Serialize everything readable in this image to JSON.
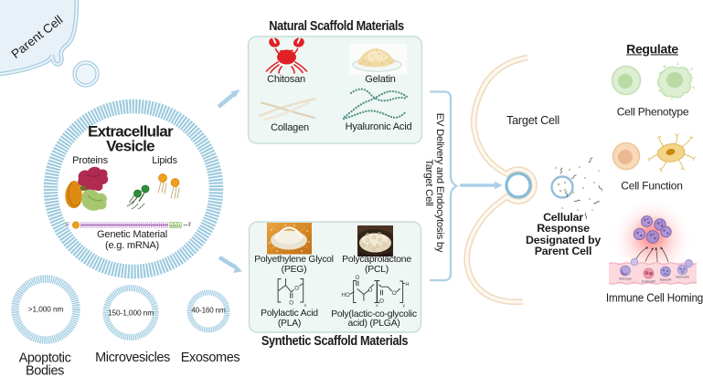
{
  "parent_cell": {
    "label": "Parent Cell"
  },
  "vesicle": {
    "title": "Extracellular\nVesicle",
    "proteins": "Proteins",
    "lipids": "Lipids",
    "genetic": "Genetic Material\n(e.g. mRNA)",
    "five_prime": "5'",
    "three_prime": "3'",
    "poly_a": {
      "a1": "A",
      "a2": "A",
      "a3": "A"
    }
  },
  "ev_types": {
    "apoptotic": {
      "size": ">1,000 nm",
      "label": "Apoptotic\nBodies"
    },
    "microvesicles": {
      "size": "150-1,000 nm",
      "label": "Microvesicles"
    },
    "exosomes": {
      "size": "40-160 nm",
      "label": "Exosomes"
    }
  },
  "natural": {
    "title": "Natural Scaffold Materials",
    "chitosan": "Chitosan",
    "gelatin": "Gelatin",
    "collagen": "Collagen",
    "hyaluronic": "Hyaluronic Acid"
  },
  "synthetic": {
    "title": "Synthetic Scaffold Materials",
    "peg": "Polyethylene Glycol\n(PEG)",
    "pcl": "Polycaprolactone\n(PCL)",
    "pla": "Polylactic Acid\n(PLA)",
    "plga": "Poly(lactic-co-glycolic\nacid) (PLGA)"
  },
  "chem": {
    "pla": {
      "o_ring": "O",
      "o_carbonyl": "O",
      "sub_n": "n"
    },
    "plga": {
      "ho": "HO",
      "o_top": "O",
      "o_mid": "O",
      "o_bottom": "O",
      "o_right": "O",
      "h": "H",
      "sub_x": "x",
      "sub_y": "y"
    }
  },
  "delivery": {
    "label": "EV Delivery and Endocytosis by\nTarget Cell"
  },
  "target": {
    "label": "Target Cell",
    "response": "Cellular\nResponse\nDesignated by\nParent Cell"
  },
  "regulate": {
    "title": "Regulate",
    "phenotype": "Cell Phenotype",
    "function": "Cell Function",
    "homing": "Immune Cell Homing",
    "blood_cells": {
      "monocyte": "Monocyte",
      "eosinophil": "Eosinophil",
      "basophil": "Basophil",
      "neutrophil": "Neutrophil"
    }
  },
  "colors": {
    "membrane_blue": "#a5d0e2",
    "arrow_blue": "#abcfe7",
    "box_fill": "#eef7f4",
    "box_border": "#c5ded8",
    "target_membrane": "#f0d9bb",
    "crab_red": "#e02025",
    "hyaluronic_teal": "#4f8e84",
    "glow_red": "#ff5a5a",
    "tissue_pink": "#fbd9de",
    "immune_purple": "#a98fd2"
  }
}
